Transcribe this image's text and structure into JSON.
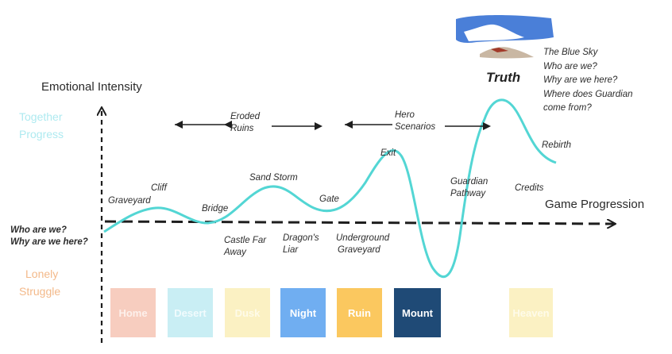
{
  "axes": {
    "y_title": "Emotional Intensity",
    "x_title": "Game Progression",
    "y_top_label": [
      "Together",
      "Progress"
    ],
    "y_bottom_label": [
      "Lonely",
      "Struggle"
    ]
  },
  "start_label": [
    "Who are we?",
    "Why are we here?"
  ],
  "upper_labels": {
    "graveyard": "Graveyard",
    "cliff": "Cliff",
    "bridge": "Bridge",
    "sand_storm": "Sand Storm",
    "gate": "Gate",
    "exit": "Exit",
    "guardian_pathway": [
      "Guardian",
      "Pathway"
    ],
    "credits": "Credits",
    "rebirth": "Rebirth"
  },
  "lower_labels": {
    "castle": [
      "Castle Far",
      "Away"
    ],
    "dragon": [
      "Dragon's",
      "Liar"
    ],
    "underground": [
      "Underground",
      "Graveyard"
    ]
  },
  "span_arrows": [
    [
      "Eroded",
      "Ruins"
    ],
    [
      "Hero",
      "Scenarios"
    ]
  ],
  "truth": "Truth",
  "truth_questions": [
    "The Blue Sky",
    "Who are we?",
    "Why are we here?",
    "Where does Guardian",
    "come from?"
  ],
  "boxes": [
    {
      "label": "Home",
      "color": "#f7cdbf",
      "text_color": "#fdf0eb"
    },
    {
      "label": "Desert",
      "color": "#c9eef4",
      "text_color": "#f1fbfd"
    },
    {
      "label": "Dusk",
      "color": "#fbf1c3",
      "text_color": "#fefbe9"
    },
    {
      "label": "Night",
      "color": "#70aef1",
      "text_color": "#ffffff"
    },
    {
      "label": "Ruin",
      "color": "#fbc85f",
      "text_color": "#ffffff"
    },
    {
      "label": "Mount",
      "color": "#1f4a76",
      "text_color": "#ffffff"
    },
    {
      "label": "Heaven",
      "color": "#fbf1c3",
      "text_color": "#fefbe9"
    }
  ],
  "colors": {
    "curve": "#53d6d4",
    "axis": "#1e1e1e",
    "faded_top": "#aeeaf0",
    "faded_bottom": "#f3b98a",
    "sky": "#4a7fd8"
  }
}
